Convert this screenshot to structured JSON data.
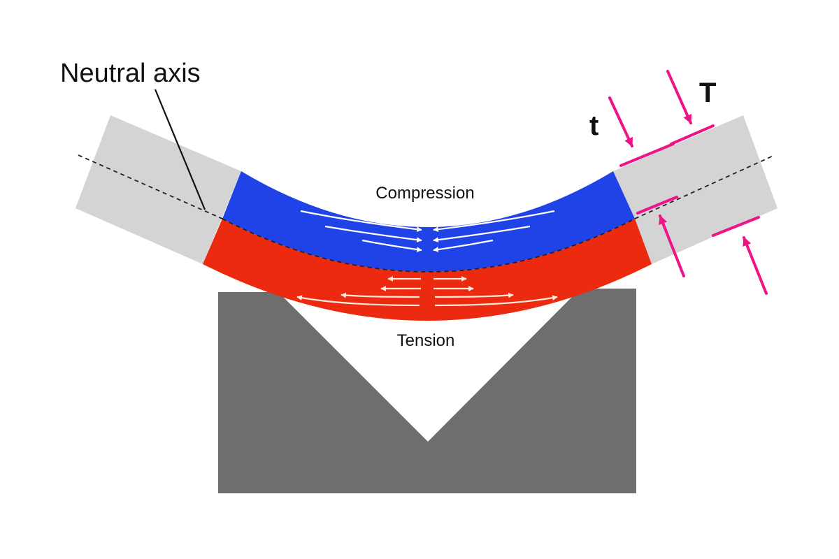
{
  "labels": {
    "neutral_axis": "Neutral axis",
    "compression": "Compression",
    "tension": "Tension",
    "inner_thickness": "t",
    "outer_thickness": "T"
  },
  "colors": {
    "compression_zone": "#1f43e6",
    "tension_zone": "#ec2a0f",
    "unbent_plate": "#d4d4d4",
    "die": "#6e6e6e",
    "dimension_arrows": "#ee1487",
    "stress_arrows_compression": "#ffffff",
    "stress_arrows_tension": "#ffe9dc",
    "neutral_axis_line": "#222222"
  },
  "icons": {
    "compression_arrows": "converging-arrows-icon",
    "tension_arrows": "diverging-arrows-icon",
    "thickness_arrows": "dimension-arrow-icon"
  }
}
